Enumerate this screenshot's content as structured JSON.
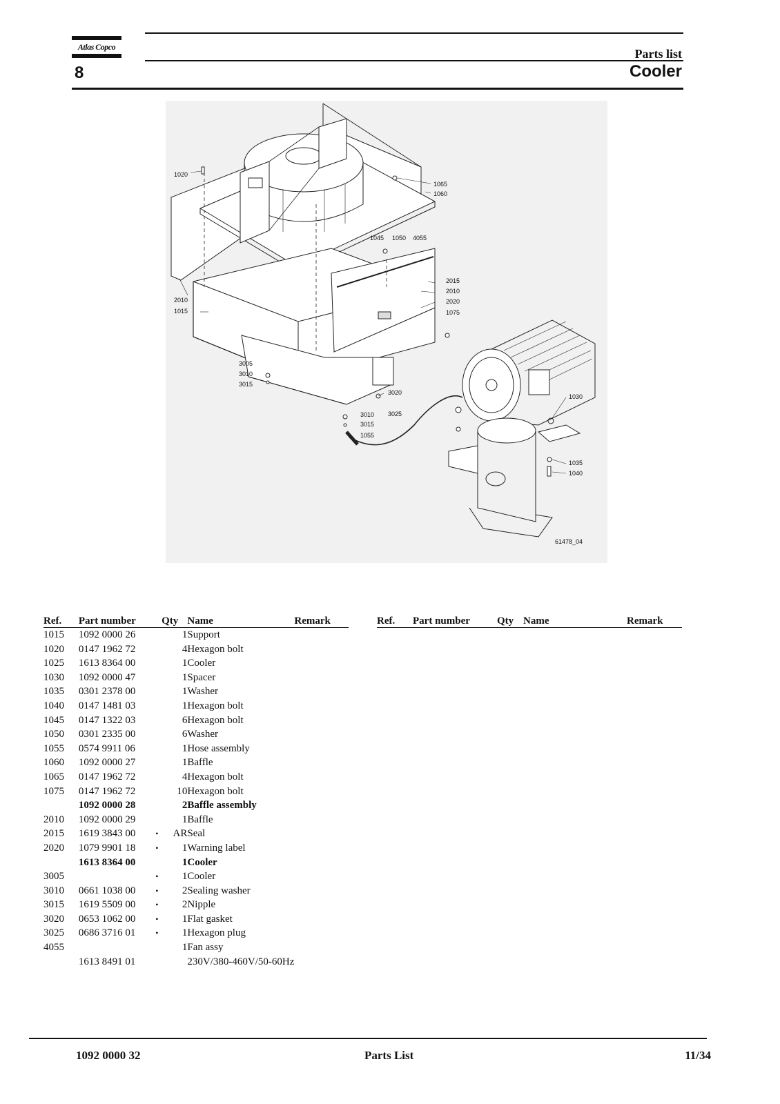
{
  "header": {
    "logo_text": "Atlas Copco",
    "chapter": "8",
    "section": "Parts list",
    "title": "Cooler"
  },
  "drawing": {
    "id": "61478_04",
    "callouts": [
      "1020",
      "1065",
      "1060",
      "1045",
      "1050",
      "4055",
      "2015",
      "2010",
      "2020",
      "1075",
      "2010",
      "1015",
      "3005",
      "3010",
      "3015",
      "3020",
      "3010",
      "3025",
      "3015",
      "1055",
      "1030",
      "1035",
      "1040"
    ]
  },
  "table_left": {
    "headers": {
      "ref": "Ref.",
      "part": "Part number",
      "qty": "Qty",
      "name": "Name",
      "remark": "Remark"
    },
    "rows": [
      {
        "ref": "1015",
        "part": "1092 0000 26",
        "bullet": "",
        "qty": "1",
        "name": "Support",
        "bold": false
      },
      {
        "ref": "1020",
        "part": "0147 1962 72",
        "bullet": "",
        "qty": "4",
        "name": "Hexagon bolt",
        "bold": false
      },
      {
        "ref": "1025",
        "part": "1613 8364 00",
        "bullet": "",
        "qty": "1",
        "name": "Cooler",
        "bold": false
      },
      {
        "ref": "1030",
        "part": "1092 0000 47",
        "bullet": "",
        "qty": "1",
        "name": "Spacer",
        "bold": false
      },
      {
        "ref": "1035",
        "part": "0301 2378 00",
        "bullet": "",
        "qty": "1",
        "name": "Washer",
        "bold": false
      },
      {
        "ref": "1040",
        "part": "0147 1481 03",
        "bullet": "",
        "qty": "1",
        "name": "Hexagon bolt",
        "bold": false
      },
      {
        "ref": "1045",
        "part": "0147 1322 03",
        "bullet": "",
        "qty": "6",
        "name": "Hexagon bolt",
        "bold": false
      },
      {
        "ref": "1050",
        "part": "0301 2335 00",
        "bullet": "",
        "qty": "6",
        "name": "Washer",
        "bold": false
      },
      {
        "ref": "1055",
        "part": "0574 9911 06",
        "bullet": "",
        "qty": "1",
        "name": "Hose assembly",
        "bold": false
      },
      {
        "ref": "1060",
        "part": "1092 0000 27",
        "bullet": "",
        "qty": "1",
        "name": "Baffle",
        "bold": false
      },
      {
        "ref": "1065",
        "part": "0147 1962 72",
        "bullet": "",
        "qty": "4",
        "name": "Hexagon bolt",
        "bold": false
      },
      {
        "ref": "1075",
        "part": "0147 1962 72",
        "bullet": "",
        "qty": "10",
        "name": "Hexagon bolt",
        "bold": false
      },
      {
        "ref": "",
        "part": "1092 0000 28",
        "bullet": "",
        "qty": "2",
        "name": "Baffle assembly",
        "bold": true
      },
      {
        "ref": "2010",
        "part": "1092 0000 29",
        "bullet": "",
        "qty": "1",
        "name": "Baffle",
        "bold": false
      },
      {
        "ref": "2015",
        "part": "1619 3843 00",
        "bullet": "•",
        "qty": "AR",
        "name": "Seal",
        "bold": false
      },
      {
        "ref": "2020",
        "part": "1079 9901 18",
        "bullet": "•",
        "qty": "1",
        "name": "Warning label",
        "bold": false
      },
      {
        "ref": "",
        "part": "1613 8364 00",
        "bullet": "",
        "qty": "1",
        "name": "Cooler",
        "bold": true
      },
      {
        "ref": "3005",
        "part": "",
        "bullet": "•",
        "qty": "1",
        "name": "Cooler",
        "bold": false
      },
      {
        "ref": "3010",
        "part": "0661 1038 00",
        "bullet": "•",
        "qty": "2",
        "name": "Sealing washer",
        "bold": false
      },
      {
        "ref": "3015",
        "part": "1619 5509 00",
        "bullet": "•",
        "qty": "2",
        "name": "Nipple",
        "bold": false
      },
      {
        "ref": "3020",
        "part": "0653 1062 00",
        "bullet": "•",
        "qty": "1",
        "name": "Flat gasket",
        "bold": false
      },
      {
        "ref": "3025",
        "part": "0686 3716 01",
        "bullet": "•",
        "qty": "1",
        "name": "Hexagon plug",
        "bold": false
      },
      {
        "ref": "4055",
        "part": "",
        "bullet": "",
        "qty": "1",
        "name": "Fan assy",
        "bold": false
      },
      {
        "ref": "",
        "part": "1613 8491 01",
        "bullet": "",
        "qty": "",
        "name": "230V/380-460V/50-60Hz",
        "bold": false
      }
    ]
  },
  "table_right": {
    "headers": {
      "ref": "Ref.",
      "part": "Part number",
      "qty": "Qty",
      "name": "Name",
      "remark": "Remark"
    }
  },
  "footer": {
    "doc_number": "1092 0000 32",
    "doc_title": "Parts List",
    "page": "11/34"
  }
}
